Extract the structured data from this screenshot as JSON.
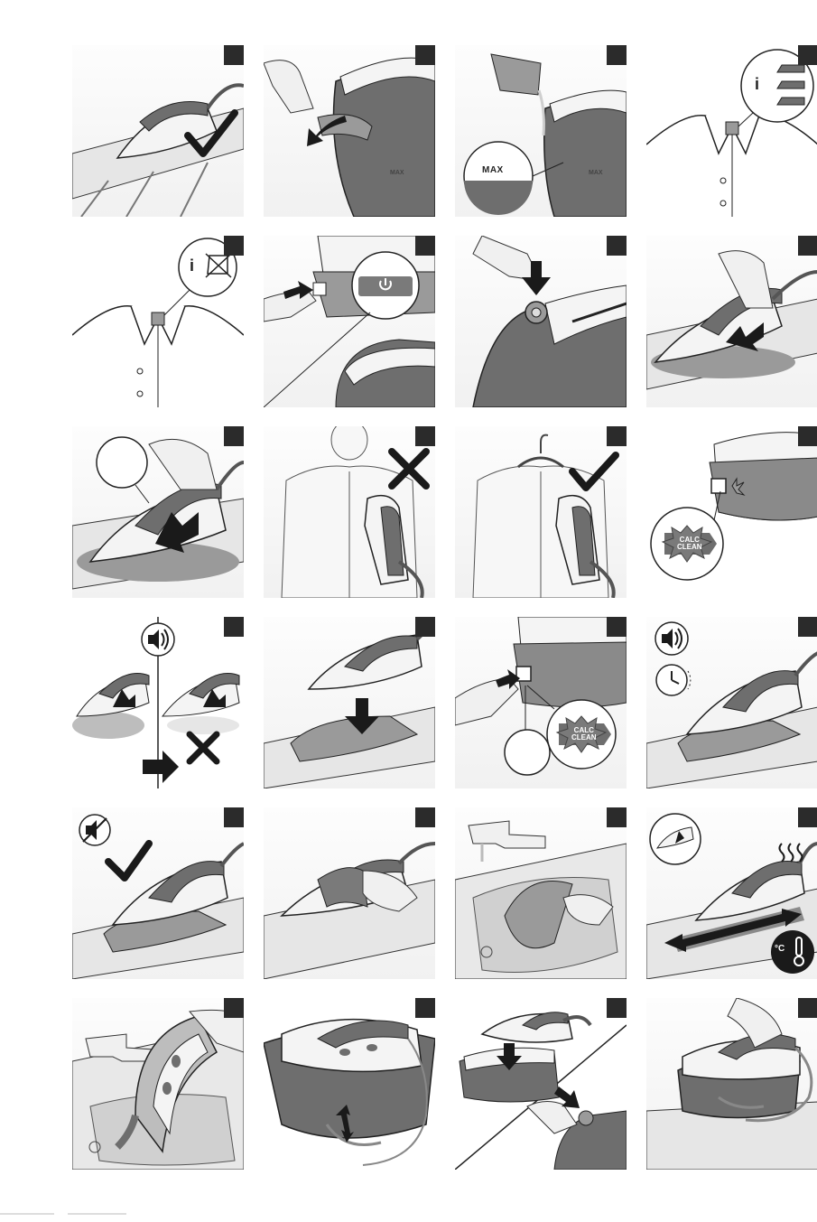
{
  "panels": [
    {
      "id": 1,
      "label": "",
      "max_text": ""
    },
    {
      "id": 2,
      "label": "",
      "max_text": "MAX"
    },
    {
      "id": 3,
      "label": "",
      "max_text": "MAX"
    },
    {
      "id": 4,
      "label": "",
      "max_text": ""
    },
    {
      "id": 5,
      "label": "",
      "max_text": ""
    },
    {
      "id": 6,
      "label": "",
      "max_text": ""
    },
    {
      "id": 7,
      "label": "",
      "max_text": ""
    },
    {
      "id": 8,
      "label": "",
      "max_text": ""
    },
    {
      "id": 9,
      "label": "",
      "max_text": ""
    },
    {
      "id": 10,
      "label": "",
      "max_text": ""
    },
    {
      "id": 11,
      "label": "",
      "max_text": ""
    },
    {
      "id": 12,
      "label": "",
      "max_text": ""
    },
    {
      "id": 13,
      "label": "",
      "max_text": ""
    },
    {
      "id": 14,
      "label": "",
      "max_text": ""
    },
    {
      "id": 15,
      "label": "",
      "max_text": ""
    },
    {
      "id": 16,
      "label": "",
      "max_text": ""
    },
    {
      "id": 17,
      "label": "",
      "max_text": ""
    },
    {
      "id": 18,
      "label": "",
      "max_text": ""
    },
    {
      "id": 19,
      "label": "",
      "max_text": ""
    },
    {
      "id": 20,
      "label": "",
      "max_text": ""
    },
    {
      "id": 21,
      "label": "",
      "max_text": ""
    },
    {
      "id": 22,
      "label": "",
      "max_text": ""
    },
    {
      "id": 23,
      "label": "",
      "max_text": ""
    },
    {
      "id": 24,
      "label": "",
      "max_text": ""
    }
  ],
  "texts": {
    "max_callout": "MAX",
    "max_tank_2": "MAX",
    "max_tank_3": "MAX",
    "calc_clean_1": "CALC",
    "calc_clean_2": "CLEAN",
    "calc_clean_b1": "CALC",
    "calc_clean_b2": "CLEAN",
    "info_i": "i",
    "info_i_5": "i",
    "temp_unit": "°C"
  },
  "colors": {
    "body": "#6e6e6e",
    "body_dark": "#555555",
    "white_part": "#f4f4f4",
    "outline": "#1a1a1a",
    "check": "#1a1a1a",
    "steam": "#9a9a9a",
    "board": "#e2e2e2"
  }
}
